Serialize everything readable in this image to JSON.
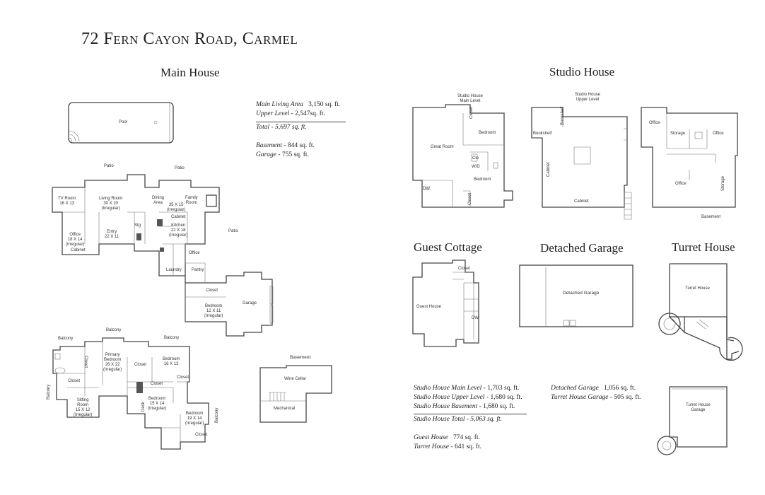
{
  "title": "72 Fern Cayon Road, Carmel",
  "sections": {
    "main_house": "Main House",
    "studio_house": "Studio House",
    "guest_cottage": "Guest Cottage",
    "detached_garage": "Detached Garage",
    "turret_house": "Turret House"
  },
  "main_stats": {
    "main_living_label": "Main Living Area",
    "main_living_value": "3,150 sq. ft.",
    "upper_label": "Upper Level",
    "upper_value": "- 2,547sq. ft.",
    "total": "Total - 5,697 sq. ft.",
    "basement_label": "Basement",
    "basement_value": "- 844 sq. ft.",
    "garage_label": "Garage",
    "garage_value": "- 755 sq. ft."
  },
  "studio_stats": {
    "main_label": "Studio House Main Level",
    "main_value": "- 1,703 sq. ft.",
    "upper_label": "Studio House Upper Level",
    "upper_value": "- 1,680 sq. ft.",
    "basement_label": "Studio House Basement",
    "basement_value": "- 1,680 sq. ft.",
    "total": "Studio House Total - 5,063 sq. ft.",
    "guest_label": "Guest House",
    "guest_value": "774 sq. ft.",
    "turret_label": "Turret House",
    "turret_value": "- 641 sq. ft.",
    "detached_label": "Detached Garage",
    "detached_value": "1,056 sq. ft.",
    "turret_garage_label": "Turret House Garage",
    "turret_garage_value": "- 505 sq. ft."
  },
  "main_plan": {
    "pool": "Pool",
    "patio1": "Patio",
    "patio2": "Patio",
    "patio3": "Patio",
    "tv_room": "TV Room",
    "tv_dim": "16 X 13",
    "living": "Living Room",
    "living_dim": "30 X 20",
    "living_irr": "(Irregular)",
    "dining": "Dining",
    "dining2": "Area",
    "family": "Family",
    "family2": "Room",
    "kitchen_dim": "35 X 15",
    "kitchen_irr": "(Irregular)",
    "cabinet1": "Cabinet",
    "kitchen": "Kitchen",
    "kitchen2_dim": "22 X 18",
    "kitchen2_irr": "(Irregular)",
    "stg": "Stg",
    "office": "Office",
    "office_dim": "18 X 14",
    "office_irr": "(Irregular)",
    "cabinet2": "Cabinet",
    "entry": "Entry",
    "entry_dim": "22 X 11",
    "office2": "Office",
    "laundry": "Laundry",
    "pantry": "Pantry",
    "closet1": "Closet",
    "bedroom": "Bedroom",
    "bedroom_dim": "12 X 11",
    "bedroom_irr": "(Irregular)",
    "garage": "Garage"
  },
  "upper_plan": {
    "balcony1": "Balcony",
    "balcony2": "Balcony",
    "balcony3": "Balcony",
    "balcony4": "Balcony",
    "balcony5": "Balcony",
    "closet_v1": "Closet",
    "primary": "Primary",
    "primary2": "Bedroom",
    "primary_dim": "26 X 22",
    "primary_irr": "(Irregular)",
    "closet2": "Closet",
    "bedroom1": "Bedroom",
    "bedroom1_dim": "16 X 13",
    "closet3": "Closet",
    "closet4": "Closet",
    "closet5": "Closet",
    "sitting": "Sitting",
    "sitting2": "Room",
    "sitting_dim": "15 X 12",
    "sitting_irr": "(Irregular)",
    "desk": "Desk",
    "bedroom2": "Bedroom",
    "bedroom2_dim": "15 X 14",
    "bedroom2_irr": "(Irregular)",
    "bedroom3": "Bedroom",
    "bedroom3_dim": "19 X 14",
    "bedroom3_irr": "(Irregular)",
    "closet6": "Closet"
  },
  "basement_plan": {
    "title": "Basement",
    "wine": "Wine Cellar",
    "mech": "Mechanical"
  },
  "studio_plans": {
    "main_caption1": "Studio House",
    "main_caption2": "Main Level",
    "upper_caption1": "Studio House",
    "upper_caption2": "Upper Level",
    "closet": "Closet",
    "bedroom": "Bedroom",
    "great_room": "Great Room",
    "clo": "Clo",
    "wd": "W/D",
    "bedroom2": "Bedroom",
    "dw": "DW",
    "closet2": "Closet",
    "bookshelf1": "Bookshelf",
    "bookshelf2": "Bookshelf",
    "cabinet1": "Cabinet",
    "cabinet2": "Cabinet",
    "office1": "Office",
    "storage1": "Storage",
    "office2": "Office",
    "office3": "Office",
    "storage2": "Storage",
    "basement": "Basement"
  },
  "other_plans": {
    "guest_closet": "Closet",
    "guest_house": "Guest House",
    "guest_dw": "DW",
    "detached": "Detached Garage",
    "turret": "Turret House",
    "turret_garage1": "Turret House",
    "turret_garage2": "Garage"
  }
}
